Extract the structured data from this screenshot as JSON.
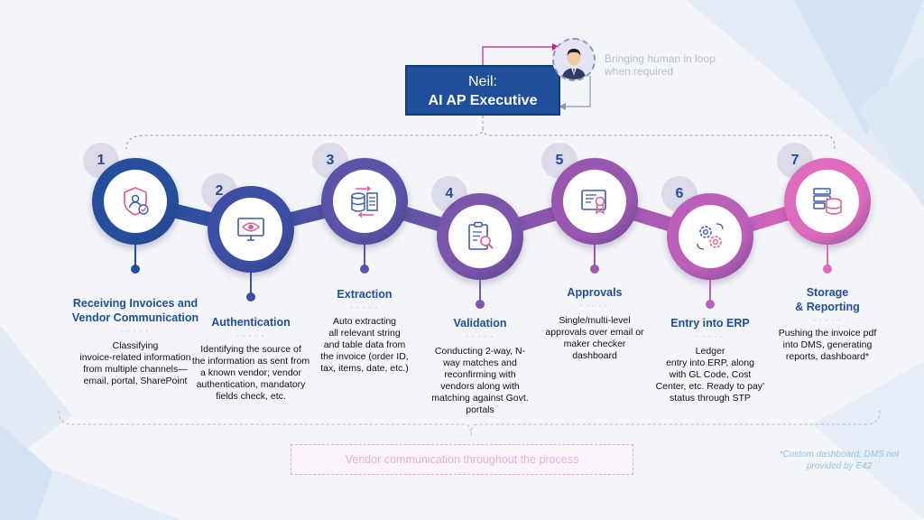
{
  "agent": {
    "name": "Neil:",
    "role": "AI AP Executive",
    "loop_note_line1": "Bringing human in loop",
    "loop_note_line2": "when required"
  },
  "steps": [
    {
      "number": "1",
      "title_line1": "Receiving Invoices and",
      "title_line2": "Vendor Communication",
      "desc": [
        "Classifying",
        "invoice-related information",
        "from  multiple channels—",
        "email, portal, SharePoint"
      ],
      "icon": "shield-user-icon",
      "color": "#254f9c"
    },
    {
      "number": "2",
      "title_line1": "Authentication",
      "title_line2": "",
      "desc": [
        "Identifying the source of",
        "the information as sent from",
        "a known vendor; vendor",
        "authentication, mandatory",
        "fields check, etc."
      ],
      "icon": "monitor-eye-icon",
      "color": "#3c4fa3"
    },
    {
      "number": "3",
      "title_line1": "Extraction",
      "title_line2": "",
      "desc": [
        "Auto extracting",
        "all relevant string",
        "and table data from",
        "the invoice (order ID,",
        "tax, items, date, etc.)"
      ],
      "icon": "database-document-icon",
      "color": "#5c53a8"
    },
    {
      "number": "4",
      "title_line1": "Validation",
      "title_line2": "",
      "desc": [
        "Conducting 2-way, N-",
        "way matches and",
        "reconfirming with",
        "vendors along with",
        "matching against Govt.",
        "portals"
      ],
      "icon": "clipboard-search-icon",
      "color": "#7a55aa"
    },
    {
      "number": "5",
      "title_line1": "Approvals",
      "title_line2": "",
      "desc": [
        "Single/multi-level",
        "approvals over email or",
        "maker checker",
        "dashboard"
      ],
      "icon": "certificate-icon",
      "color": "#9a57b0"
    },
    {
      "number": "6",
      "title_line1": "Entry into ERP",
      "title_line2": "",
      "desc": [
        "Ledger",
        "entry into ERP, along",
        "with GL Code, Cost",
        "Center, etc. Ready to pay’",
        "status through STP"
      ],
      "icon": "gears-icon",
      "color": "#bb5fb8"
    },
    {
      "number": "7",
      "title_line1": "Storage",
      "title_line2": "& Reporting",
      "desc": [
        "Pushing the invoice pdf",
        "into DMS, generating",
        "reports, dashboard*"
      ],
      "icon": "server-database-icon",
      "color": "#de6bbe"
    }
  ],
  "vendor_note": "Vendor communication throughout the process",
  "footnote_line1": "*Custom dashboard, DMS not",
  "footnote_line2": "provided by E42",
  "colors": {
    "primary_blue": "#1f4e9b",
    "pink": "#de6bbe",
    "step_bubble": "#dcdbe9"
  }
}
